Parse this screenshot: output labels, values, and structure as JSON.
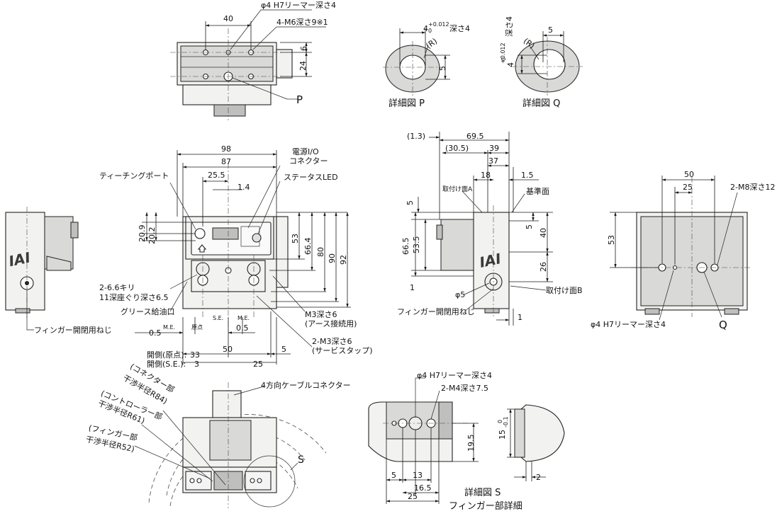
{
  "top_view": {
    "dim_40": "40",
    "reamer": "φ4 H7リーマー深さ4",
    "tap": "4-M6深さ9※1",
    "dim_6": "6",
    "dim_24": "24",
    "label_p": "P"
  },
  "detail_p": {
    "tol": "4",
    "tol_up": "+0.012",
    "tol_low": "0",
    "depth": "深さ4",
    "r": "(R)",
    "dim_5": "5",
    "caption": "詳細図 P"
  },
  "detail_q": {
    "dim_5": "5",
    "r": "(R)",
    "tol": "4",
    "tol_up": "+0.012",
    "tol_low": "0",
    "depth": "深さ4",
    "caption": "詳細図 Q"
  },
  "front_view": {
    "dim_98": "98",
    "dim_87": "87",
    "dim_25_5": "25.5",
    "dim_1_4": "1.4",
    "power_io": "電源I/O",
    "connector": "コネクター",
    "status_led": "ステータスLED",
    "teaching_port": "ティーチングポート",
    "dim_20_9": "20.9",
    "dim_20_2": "20.2",
    "dim_53": "53",
    "dim_66_4": "66.4",
    "dim_80": "80",
    "dim_90": "90",
    "dim_92": "92",
    "drill": "2-6.6キリ",
    "counterbore": "11深座ぐり深さ6.5",
    "grease": "グリース給油口",
    "m3_ground": "M3深さ6",
    "m3_ground2": "(アース接続用)",
    "m3_service": "2-M3深さ6",
    "m3_service2": "(サービスタップ)",
    "me": "M.E.",
    "origin": "原点",
    "se": "S.E.",
    "me2": "M.E.",
    "dim_0_5a": "0.5",
    "dim_0_5b": "0.5",
    "open_origin": "開側(原点):",
    "open_origin_val": "33",
    "open_se": "開側(S.E.):",
    "open_se_val": "3",
    "dim_50": "50",
    "dim_5": "5",
    "dim_25": "25"
  },
  "left_view": {
    "logo": "IAI",
    "finger_screw": "フィンガー開閉用ねじ"
  },
  "side_view": {
    "dim_1_3": "(1.3)",
    "dim_69_5": "69.5",
    "dim_30_5": "(30.5)",
    "dim_39": "39",
    "dim_37": "37",
    "dim_18": "18",
    "dim_1_5": "1.5",
    "mount_a": "取付け面A",
    "datum": "基準面",
    "dim_5a": "5",
    "dim_5b": "5",
    "dim_40": "40",
    "dim_66_5": "66.5",
    "dim_53_5": "53.5",
    "dim_26": "26",
    "dim_1a": "1",
    "dim_1b": "1",
    "mount_b": "取付け面B",
    "phi5": "φ5",
    "logo": "IAI",
    "finger_screw": "フィンガー開閉用ねじ"
  },
  "right_view": {
    "dim_50": "50",
    "dim_25": "25",
    "tap": "2-M8深さ12",
    "dim_53": "53",
    "reamer": "φ4 H7リーマー深さ4",
    "label_q": "Q"
  },
  "bottom_view": {
    "cable_conn": "4方向ケーブルコネクター",
    "conn_part": "(コネクター部",
    "conn_radius": "干渉半径R84)",
    "ctrl_part": "(コントローラー部",
    "ctrl_radius": "干渉半径R61)",
    "finger_part": "(フィンガー部",
    "finger_radius": "干渉半径R52)",
    "label_s": "S"
  },
  "detail_s": {
    "reamer": "φ4 H7リーマー深さ4",
    "tap": "2-M4深さ7.5",
    "dim_19_5": "19.5",
    "dim_5": "5",
    "dim_13": "13",
    "dim_16_5": "16.5",
    "dim_25": "25",
    "dim_15": "15",
    "tol_up": "0",
    "tol_low": "-0.1",
    "dim_2": "2",
    "caption1": "詳細図 S",
    "caption2": "フィンガー部詳細"
  }
}
